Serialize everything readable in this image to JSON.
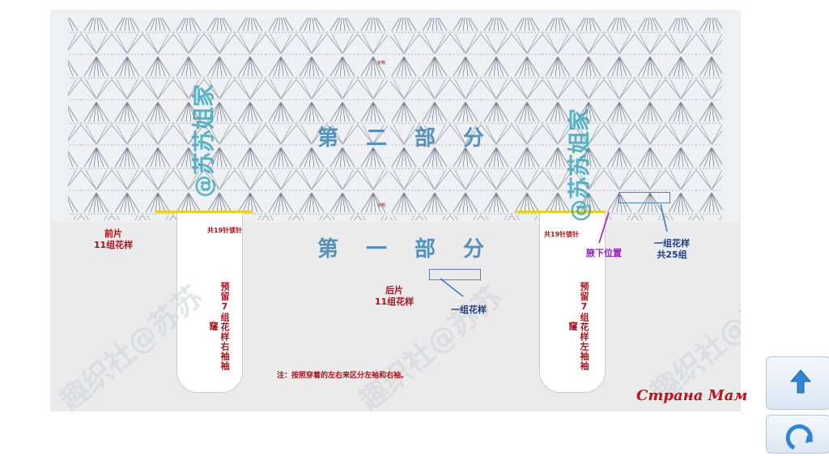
{
  "labels": {
    "front_piece": "前片",
    "front_groups": "11组花样",
    "back_piece": "后片",
    "back_groups": "11组花样",
    "part_two": "第二部分",
    "part_one": "第一部分",
    "right_sleeve": "预留7组花样右袖袖窿",
    "left_sleeve": "预留7组花样左袖袖窿",
    "st19_left": "共19针锁针",
    "st19_right": "共19针锁针",
    "one_group": "一组花样",
    "one_group_total": "一组花样",
    "total_25": "共25组",
    "underarm": "腋下位置",
    "note": "注：按照穿着的左右来区分左袖和右袖。",
    "watermark_left": "@苏苏姐家",
    "watermark_right": "@苏苏姐家",
    "faint_watermark": "趣织社@苏苏",
    "site_logo": "Страна Мам",
    "row_marker": "省略"
  },
  "nav": {
    "up_icon": "arrow-up-icon",
    "refresh_icon": "refresh-icon"
  },
  "colors": {
    "red_label": "#b0121b",
    "blue_label": "#1d3c8a",
    "purple_label": "#a020c8",
    "part_text": "#3b82b8",
    "watermark": "#28a0b8",
    "yellow_marker": "#e8d21e"
  }
}
